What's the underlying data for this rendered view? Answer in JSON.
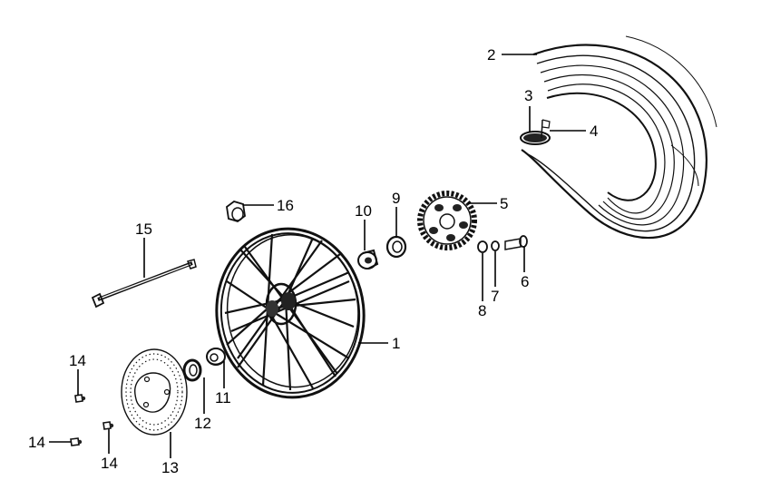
{
  "diagram": {
    "callouts": [
      {
        "id": "part-1",
        "label": "1"
      },
      {
        "id": "part-2",
        "label": "2"
      },
      {
        "id": "part-3",
        "label": "3"
      },
      {
        "id": "part-4",
        "label": "4"
      },
      {
        "id": "part-5",
        "label": "5"
      },
      {
        "id": "part-6",
        "label": "6"
      },
      {
        "id": "part-7",
        "label": "7"
      },
      {
        "id": "part-8",
        "label": "8"
      },
      {
        "id": "part-9",
        "label": "9"
      },
      {
        "id": "part-10",
        "label": "10"
      },
      {
        "id": "part-11",
        "label": "11"
      },
      {
        "id": "part-12",
        "label": "12"
      },
      {
        "id": "part-13",
        "label": "13"
      },
      {
        "id": "part-14a",
        "label": "14"
      },
      {
        "id": "part-14b",
        "label": "14"
      },
      {
        "id": "part-14c",
        "label": "14"
      },
      {
        "id": "part-15",
        "label": "15"
      },
      {
        "id": "part-16",
        "label": "16"
      }
    ],
    "line_color": "#111111",
    "background": "#ffffff"
  }
}
